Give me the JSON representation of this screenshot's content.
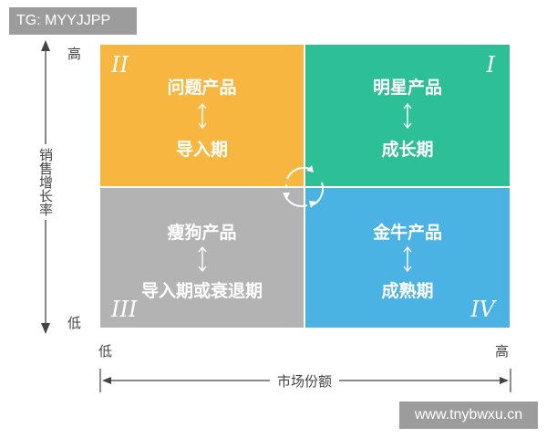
{
  "watermark_top": "TG: MYYJJPP",
  "watermark_bottom": "www.tnybwxu.cn",
  "y_axis": {
    "label": "销售增长率",
    "high": "高",
    "low": "低"
  },
  "x_axis": {
    "label": "市场份额",
    "low": "低",
    "high": "高"
  },
  "quadrants": {
    "q1": {
      "numeral": "I",
      "title": "明星产品",
      "stage": "成长期",
      "color": "#2dbf95"
    },
    "q2": {
      "numeral": "II",
      "title": "问题产品",
      "stage": "导入期",
      "color": "#f6b63f"
    },
    "q3": {
      "numeral": "III",
      "title": "瘦狗产品",
      "stage": "导入期或衰退期",
      "color": "#b3b3b3"
    },
    "q4": {
      "numeral": "IV",
      "title": "金牛产品",
      "stage": "成熟期",
      "color": "#4bb3e4"
    }
  }
}
